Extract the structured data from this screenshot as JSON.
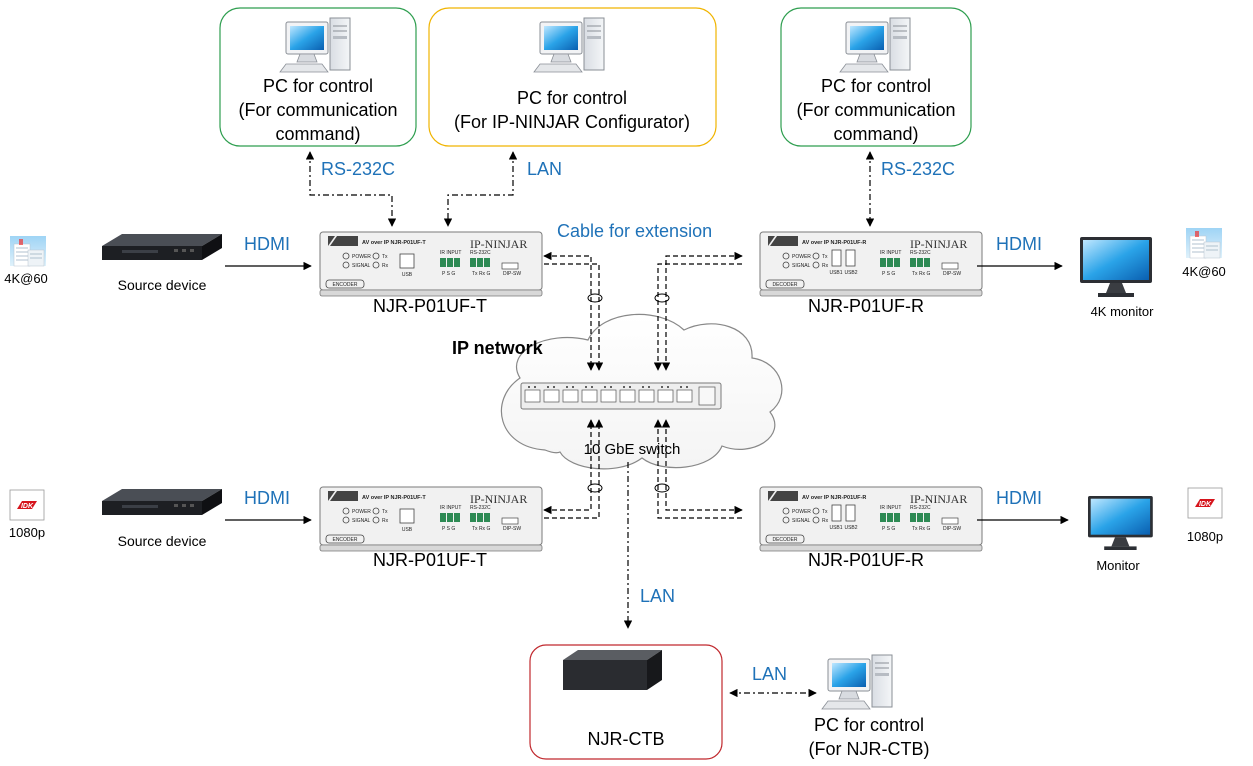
{
  "pc_boxes": {
    "pc_left": {
      "lines": [
        "PC for control",
        "(For communication",
        "command)"
      ]
    },
    "pc_center": {
      "lines": [
        "PC for control",
        "(For IP-NINJAR Configurator)"
      ]
    },
    "pc_right": {
      "lines": [
        "PC for control",
        "(For communication",
        "command)"
      ]
    },
    "pc_ctb": {
      "lines": [
        "PC for control",
        "(For NJR-CTB)"
      ]
    }
  },
  "connections": {
    "rs232c_left": "RS-232C",
    "lan_top": "LAN",
    "rs232c_right": "RS-232C",
    "cable_extension": "Cable for extension",
    "hdmi_tl": "HDMI",
    "hdmi_tr": "HDMI",
    "hdmi_bl": "HDMI",
    "hdmi_br": "HDMI",
    "lan_ctb": "LAN",
    "lan_pc_ctb": "LAN"
  },
  "sources": {
    "top_resolution": "4K@60",
    "top_device": "Source device",
    "bottom_resolution": "1080p",
    "bottom_device": "Source device"
  },
  "sinks": {
    "top_resolution": "4K@60",
    "top_device": "4K monitor",
    "bottom_resolution": "1080p",
    "bottom_device": "Monitor"
  },
  "devices": {
    "tx_top": "NJR-P01UF-T",
    "rx_top": "NJR-P01UF-R",
    "tx_bottom": "NJR-P01UF-T",
    "rx_bottom": "NJR-P01UF-R",
    "ctb": "NJR-CTB"
  },
  "unit_faceplate": {
    "brand": "IDK",
    "tx_model_tag": "AV over IP  NJR-P01UF-T",
    "rx_model_tag": "AV over IP  NJR-P01UF-R",
    "product_logo": "IP-NINJAR",
    "encoder": "ENCODER",
    "decoder": "DECODER",
    "power": "POWER",
    "signal": "SIGNAL",
    "tx": "Tx",
    "rx": "Rx",
    "usb": "USB",
    "usb1": "USB1",
    "usb2": "USB2",
    "ir_input": "IR INPUT",
    "rs232c": "RS-232C",
    "dip_sw": "DIP-SW",
    "psg": "P  S  G",
    "txrxg": "Tx Rx G"
  },
  "network": {
    "title": "IP network",
    "switch_label": "10 GbE switch"
  },
  "colors": {
    "pc_box_green": "#2e9e4f",
    "pc_box_yellow": "#f0b400",
    "ctb_box_red": "#c0282d",
    "label_blue": "#1f72b8",
    "idk_red": "#d6141c"
  }
}
